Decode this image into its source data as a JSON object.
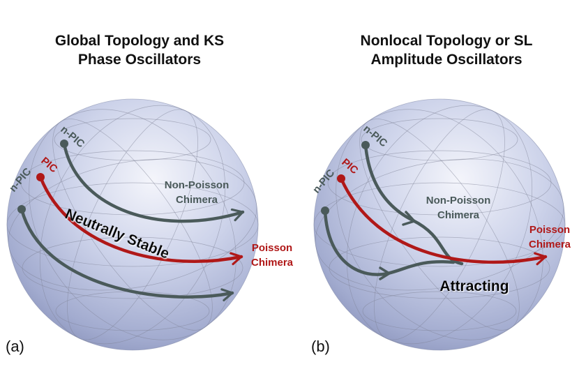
{
  "panels": [
    {
      "title_lines": [
        "Global Topology and KS",
        "Phase Oscillators"
      ],
      "tag": "(a)",
      "labels": {
        "npic_top": "n-PIC",
        "pic": "PIC",
        "npic_left": "n-PIC",
        "nonpoisson_1": "Non-Poisson",
        "nonpoisson_2": "Chimera",
        "poisson_1": "Poisson",
        "poisson_2": "Chimera",
        "stability": "Neutrally Stable"
      }
    },
    {
      "title_lines": [
        "Nonlocal Topology or SL",
        "Amplitude Oscillators"
      ],
      "tag": "(b)",
      "labels": {
        "npic_top": "n-PIC",
        "pic": "PIC",
        "npic_left": "n-PIC",
        "nonpoisson_1": "Non-Poisson",
        "nonpoisson_2": "Chimera",
        "poisson_1": "Poisson",
        "poisson_2": "Chimera",
        "stability": "Attracting"
      }
    }
  ],
  "colors": {
    "gray_path": "#4a5a5a",
    "red_path": "#b01818",
    "sphere_light": "#eef0fa",
    "sphere_mid": "#c4cbe6",
    "sphere_dark": "#8e98c0",
    "grid": "#7d8296"
  }
}
